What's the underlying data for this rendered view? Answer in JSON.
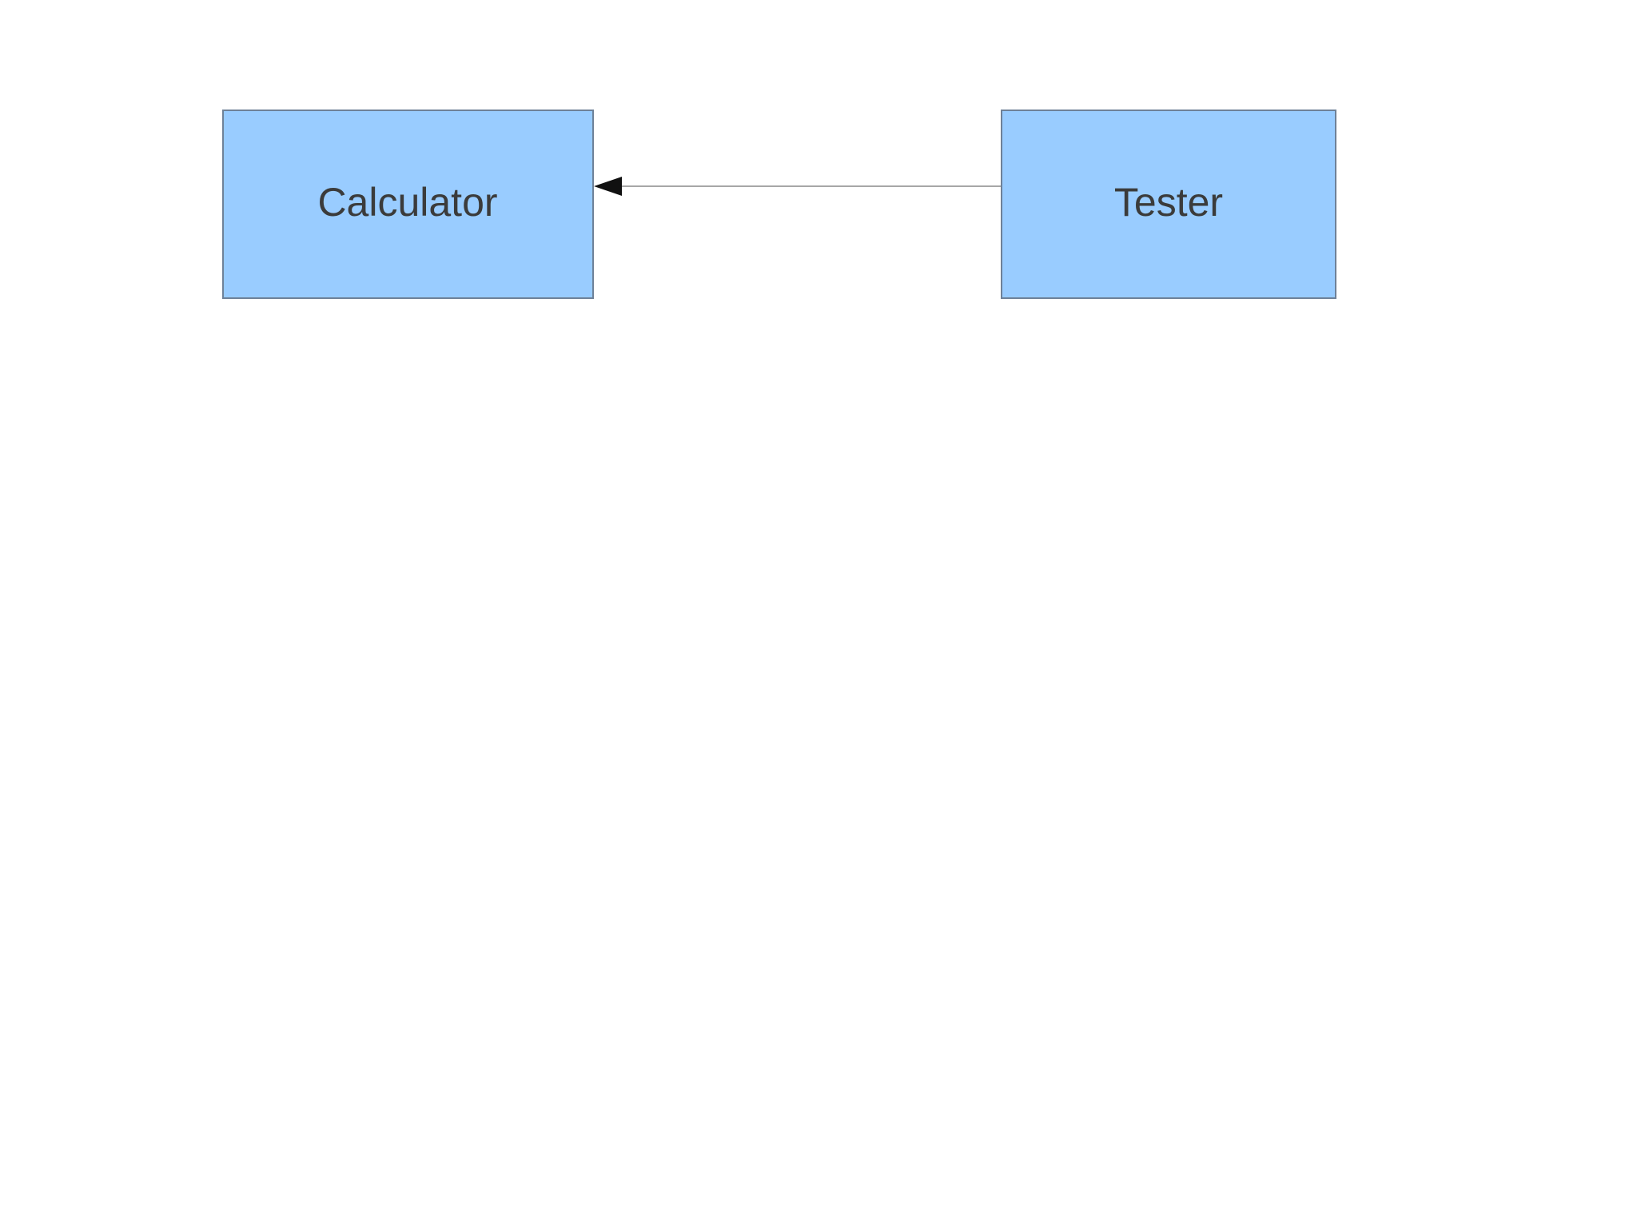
{
  "diagram": {
    "type": "dependency-diagram",
    "nodes": [
      {
        "id": "calculator",
        "label": "Calculator"
      },
      {
        "id": "tester",
        "label": "Tester"
      }
    ],
    "edges": [
      {
        "from": "tester",
        "to": "calculator",
        "line_style": "solid",
        "arrowhead": "filled-triangle",
        "direction": "right-to-left"
      }
    ]
  },
  "colors": {
    "background": "#ffffff",
    "node_fill": "#99ccff",
    "node_stroke": "#6e8198",
    "label_text": "#3b3b3b",
    "edge_line": "#8a8a8a",
    "edge_arrowhead": "#111111"
  }
}
